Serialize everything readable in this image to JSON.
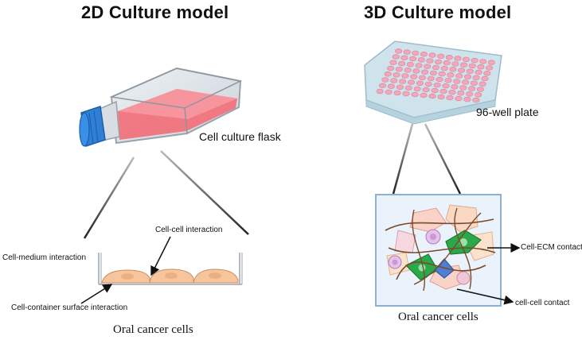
{
  "left": {
    "title": "2D Culture model",
    "vessel_label": "Cell culture flask",
    "annotations": {
      "cell_cell": "Cell-cell interaction",
      "cell_medium": "Cell-medium interaction",
      "cell_container": "Cell-container surface interaction"
    },
    "caption": "Oral cancer cells"
  },
  "right": {
    "title": "3D Culture model",
    "vessel_label": "96-well plate",
    "annotations": {
      "cell_ecm": "Cell-ECM contact",
      "cell_cell": "cell-cell contact"
    },
    "caption": "Oral cancer cells"
  },
  "colors": {
    "flask_cap": "#2f7fd6",
    "medium_pink": "#f26d78",
    "well_pink": "#f4a7b9",
    "cell_peach": "#f7c59b",
    "cell_green": "#2aa84a",
    "cell_blue": "#4f7fd0",
    "ecm_brown": "#7b4a2a",
    "box_bg": "#eaf3fb",
    "box_border": "#8fb0cf"
  }
}
